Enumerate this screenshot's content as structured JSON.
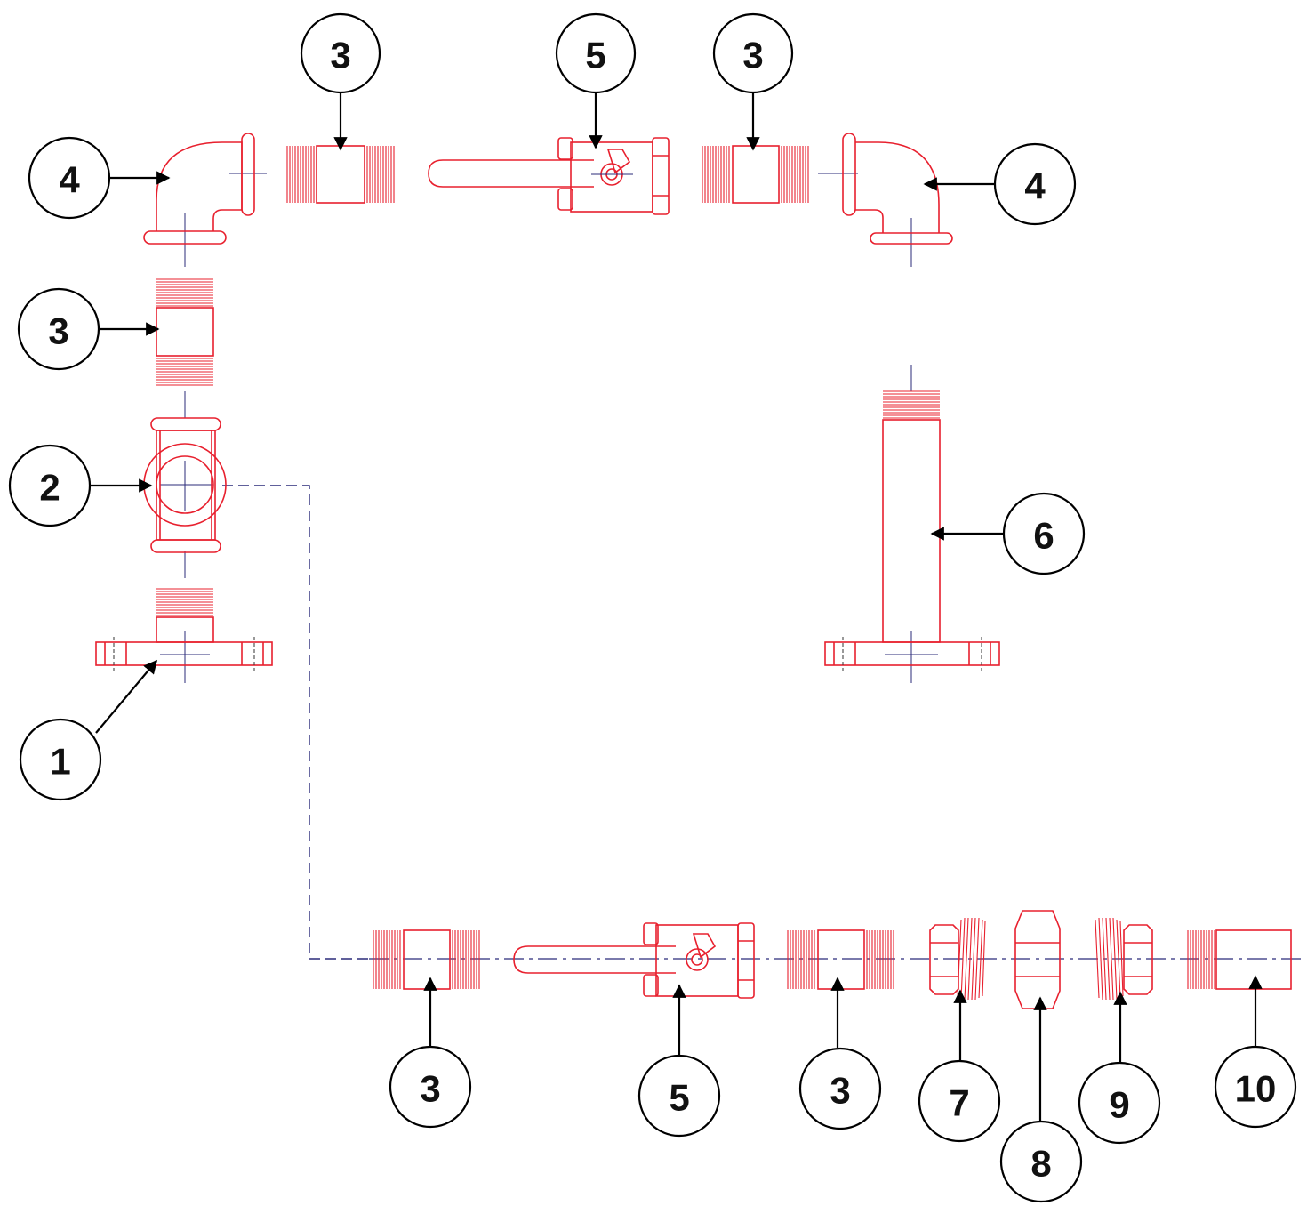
{
  "diagram": {
    "colors": {
      "part": "#e8202e",
      "centerline": "#2b2b7a",
      "callout": "#000000"
    },
    "callouts": [
      {
        "id": "c3-top-left",
        "label": "3"
      },
      {
        "id": "c5-top",
        "label": "5"
      },
      {
        "id": "c3-top-right",
        "label": "3"
      },
      {
        "id": "c4-left",
        "label": "4"
      },
      {
        "id": "c4-right",
        "label": "4"
      },
      {
        "id": "c3-left",
        "label": "3"
      },
      {
        "id": "c2",
        "label": "2"
      },
      {
        "id": "c6",
        "label": "6"
      },
      {
        "id": "c1",
        "label": "1"
      },
      {
        "id": "c3-bottom-a",
        "label": "3"
      },
      {
        "id": "c5-bottom",
        "label": "5"
      },
      {
        "id": "c3-bottom-b",
        "label": "3"
      },
      {
        "id": "c7",
        "label": "7"
      },
      {
        "id": "c8",
        "label": "8"
      },
      {
        "id": "c9",
        "label": "9"
      },
      {
        "id": "c10",
        "label": "10"
      }
    ]
  }
}
